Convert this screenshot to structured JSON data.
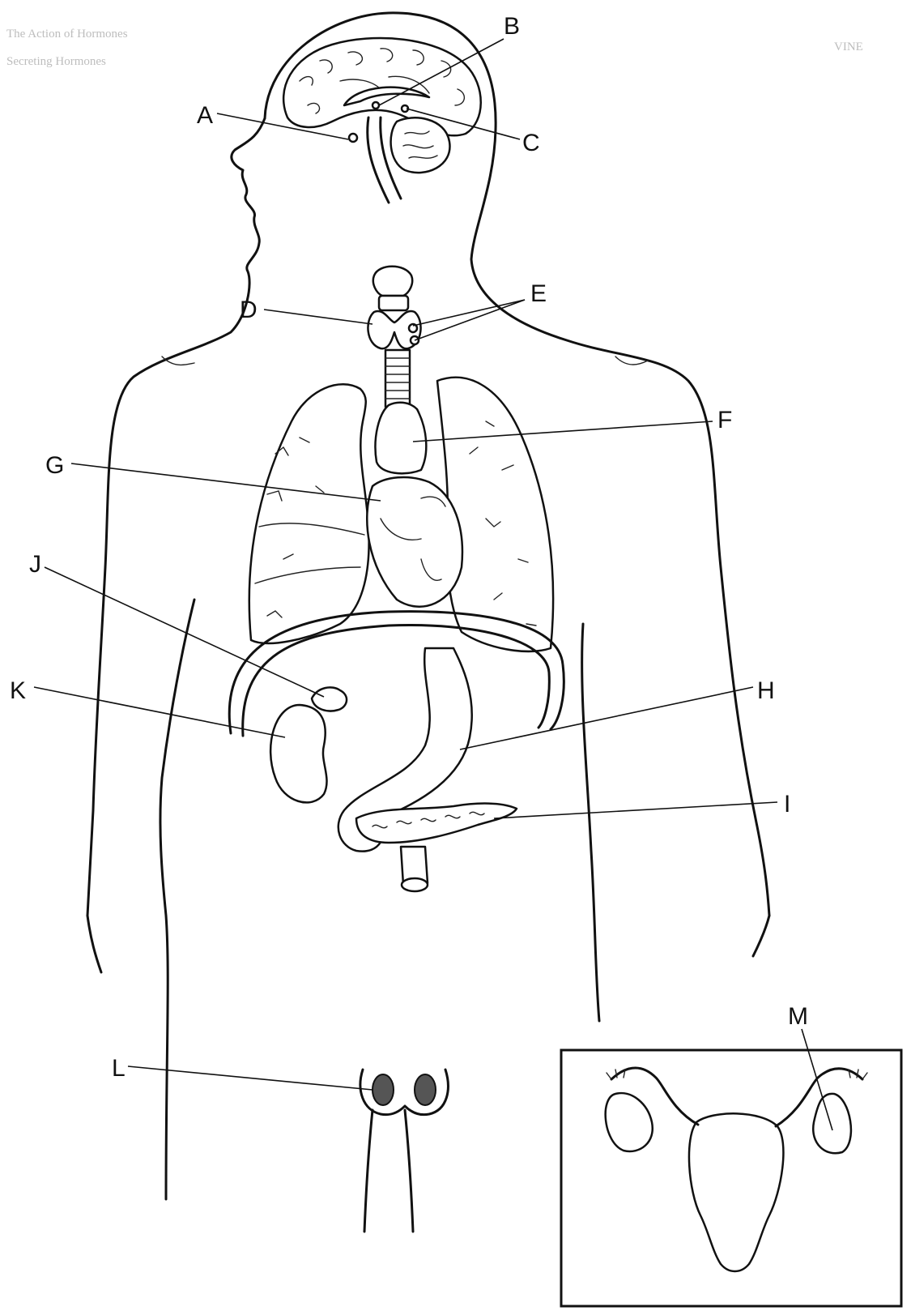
{
  "labels": {
    "A": "A",
    "B": "B",
    "C": "C",
    "D": "D",
    "E": "E",
    "F": "F",
    "G": "G",
    "H": "H",
    "I": "I",
    "J": "J",
    "K": "K",
    "L": "L",
    "M": "M"
  },
  "page_header": {
    "corner_text": "VINE",
    "background_lines": [
      "The Action of Hormones",
      "Secreting Hormones"
    ]
  },
  "colors": {
    "ink": "#111111",
    "paper": "#ffffff",
    "gonad_fill": "#555555"
  }
}
